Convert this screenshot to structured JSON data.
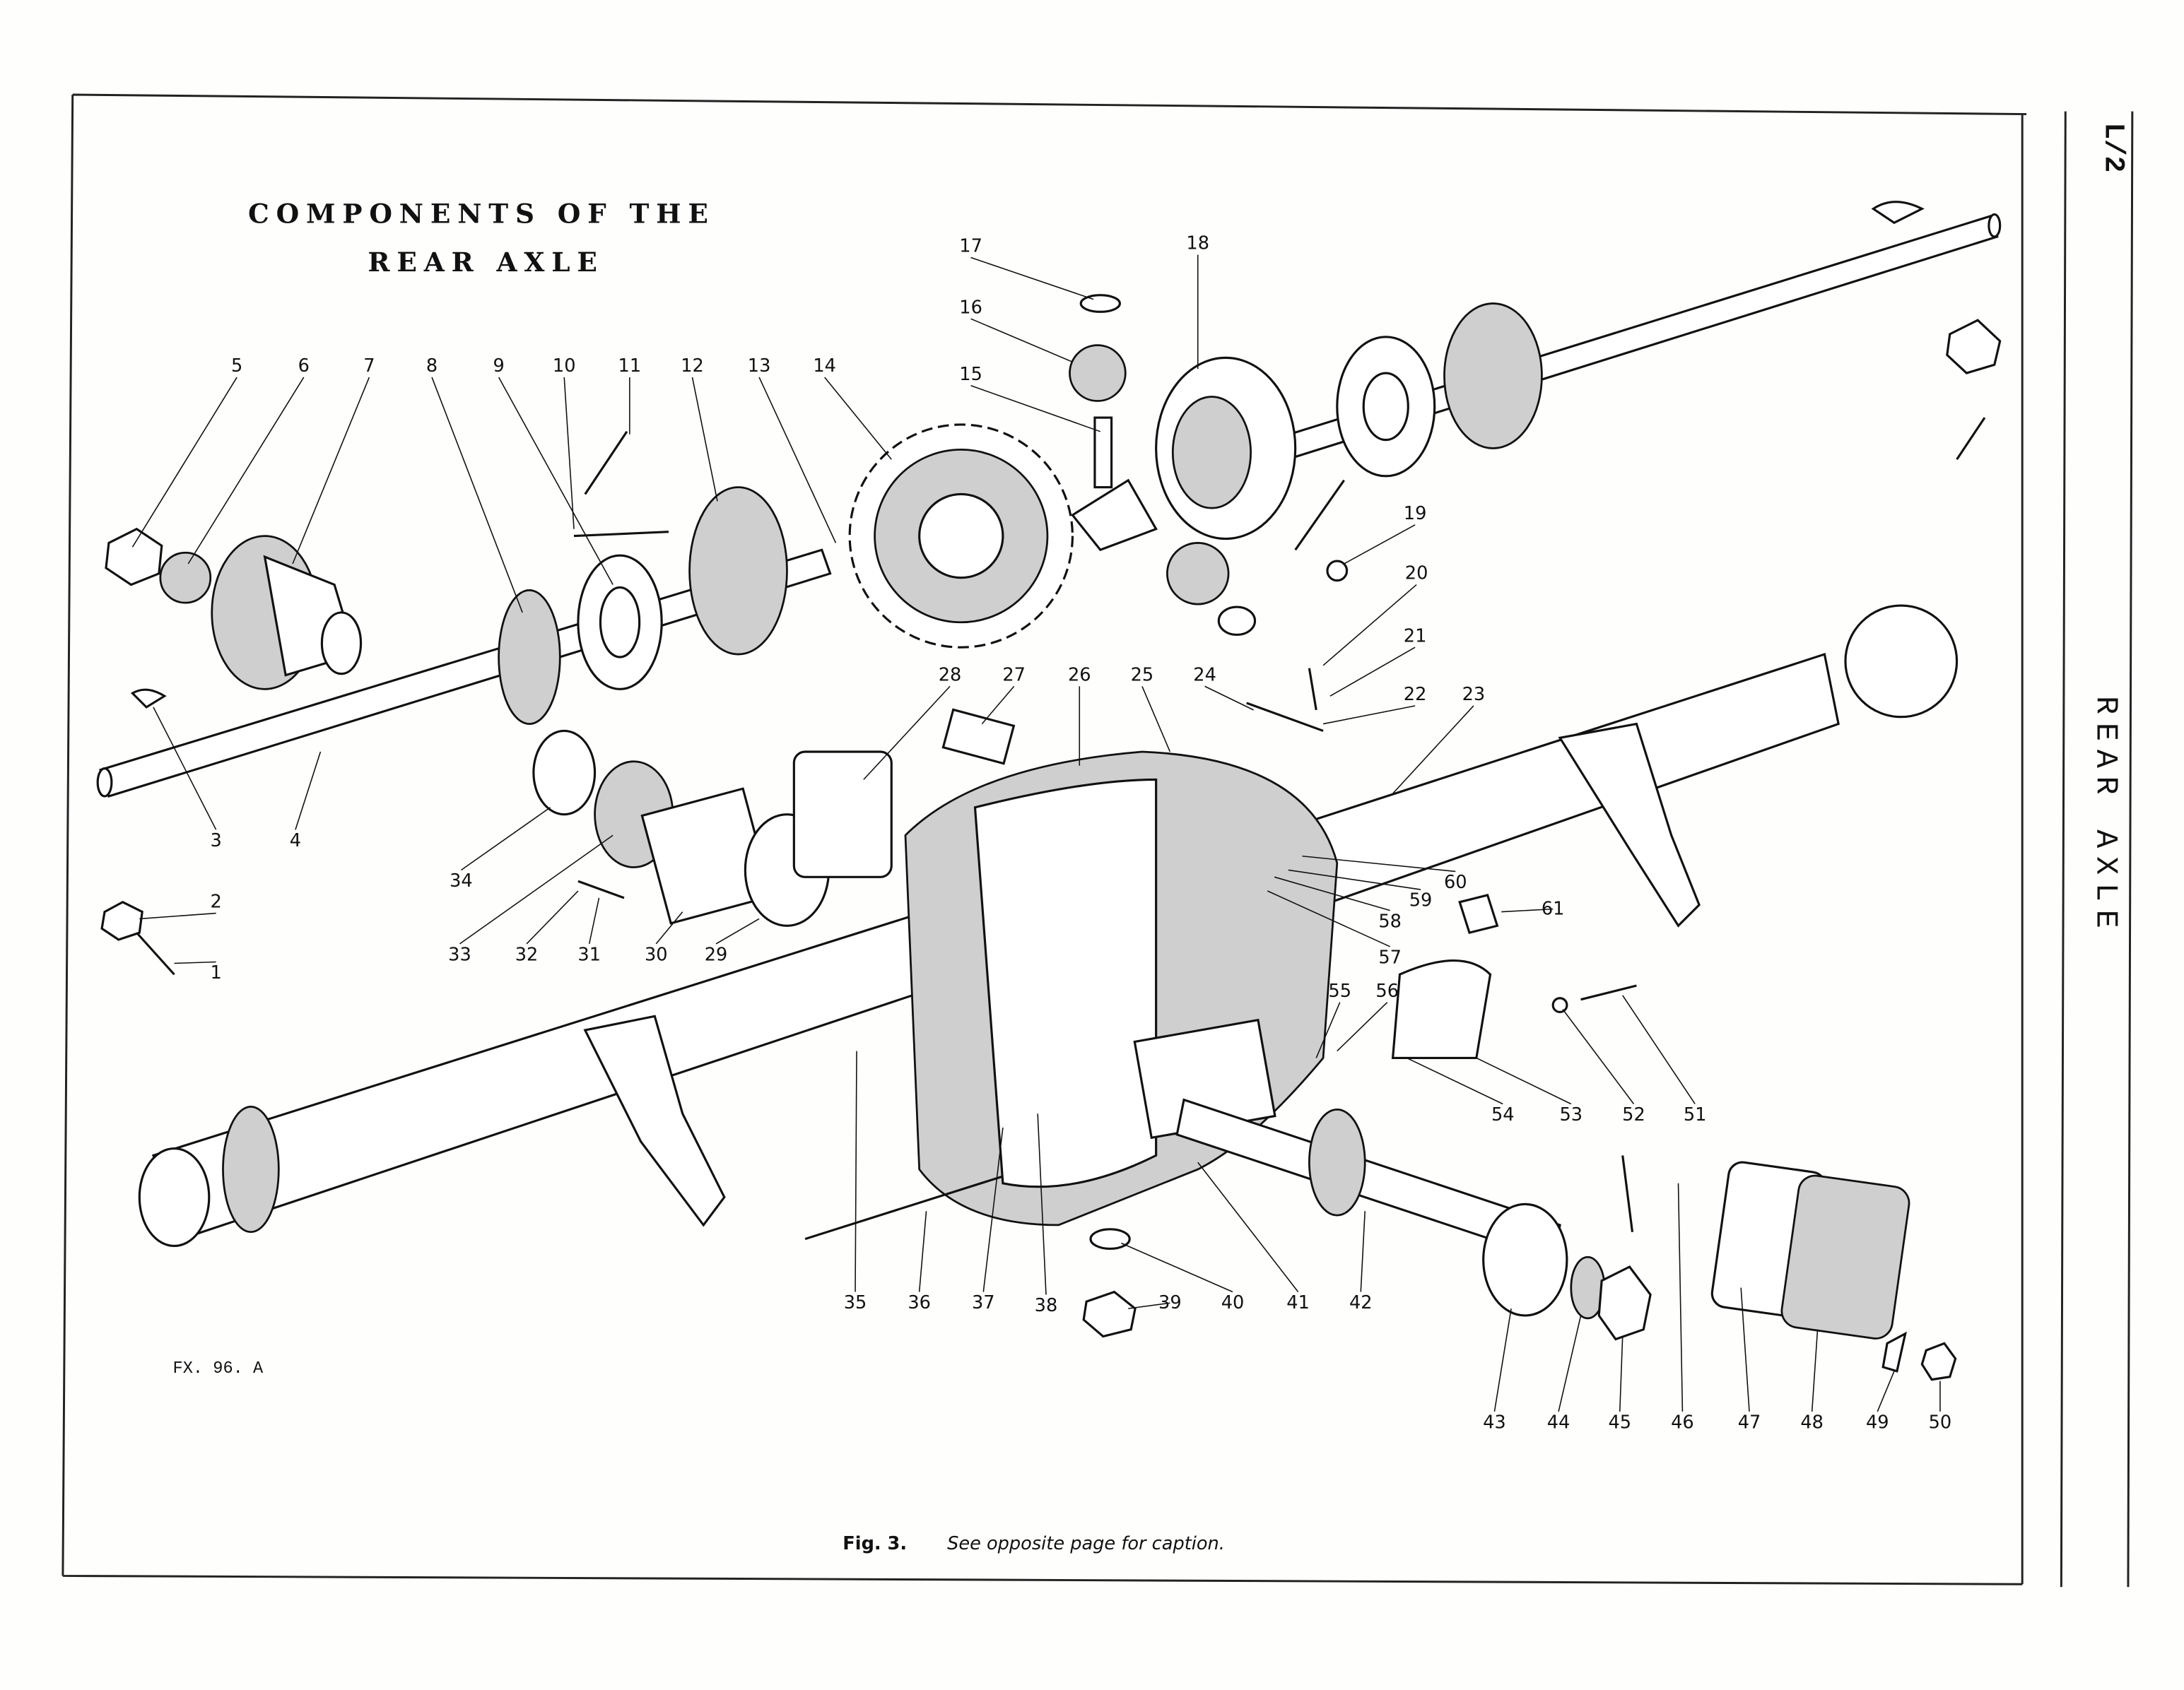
{
  "title_line1": "COMPONENTS OF THE",
  "title_line2": "REAR AXLE",
  "page_number": "L/2",
  "section_title": "REAR AXLE",
  "drawing_ref": "FX. 96. A",
  "caption": {
    "fig": "Fig. 3.",
    "text": "See opposite page for caption."
  },
  "labels": [
    "1",
    "2",
    "3",
    "4",
    "5",
    "6",
    "7",
    "8",
    "9",
    "10",
    "11",
    "12",
    "13",
    "14",
    "15",
    "16",
    "17",
    "18",
    "19",
    "20",
    "21",
    "22",
    "23",
    "24",
    "25",
    "26",
    "27",
    "28",
    "29",
    "30",
    "31",
    "32",
    "33",
    "34",
    "35",
    "36",
    "37",
    "38",
    "39",
    "40",
    "41",
    "42",
    "43",
    "44",
    "45",
    "46",
    "47",
    "48",
    "49",
    "50",
    "51",
    "52",
    "53",
    "54",
    "55",
    "56",
    "57",
    "58",
    "59",
    "60",
    "61"
  ]
}
